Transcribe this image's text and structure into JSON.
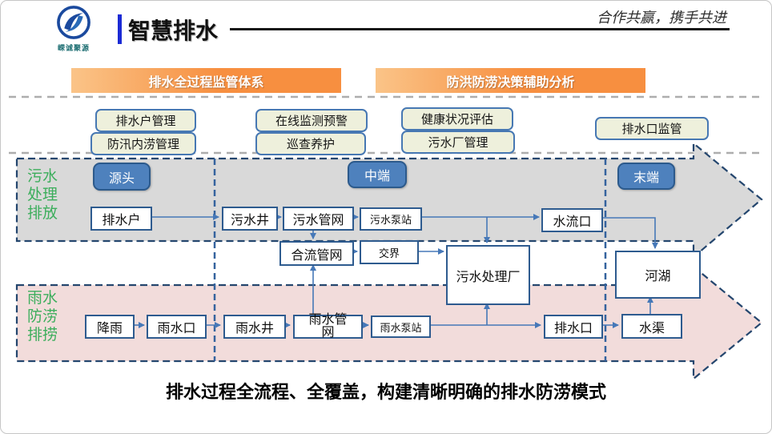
{
  "colors": {
    "banner_gradient_start": "#fac488",
    "banner_gradient_end": "#f78f40",
    "management_box_bg": "#eef0dc",
    "management_box_border": "#4778b3",
    "stage_badge_bg": "#4e81bd",
    "stage_badge_border": "#2c5a8c",
    "green_row_label": "#3cae5c",
    "sewage_arrow_fill": "#d9d9d9",
    "rain_arrow_fill": "#f2dcdb",
    "arrow_dashed_outline": "#24466e",
    "connector_blue": "#4678b8",
    "flow_box_border": "#2e5b8f",
    "title_accent_bar": "#1b2bd5"
  },
  "header": {
    "logo_text": "嵘诚聚源",
    "title": "智慧排水",
    "slogan": "合作共赢，携手共进"
  },
  "banners": [
    {
      "label": "排水全过程监管体系"
    },
    {
      "label": "防洪防涝决策辅助分析"
    }
  ],
  "management": [
    {
      "label": "排水户管理"
    },
    {
      "label": "防汛内涝管理"
    },
    {
      "label": "在线监测预警"
    },
    {
      "label": "巡查养护"
    },
    {
      "label": "健康状况评估"
    },
    {
      "label": "污水厂管理"
    },
    {
      "label": "排水口监管"
    }
  ],
  "stages": [
    {
      "label": "源头"
    },
    {
      "label": "中端"
    },
    {
      "label": "末端"
    }
  ],
  "row_labels": {
    "sewage": "污水\n处理\n排放",
    "rain": "雨水\n防涝\n排捞"
  },
  "flow": {
    "sewage": [
      {
        "label": "排水户"
      },
      {
        "label": "污水井"
      },
      {
        "label": "污水管网"
      },
      {
        "label": "污水泵站"
      },
      {
        "label": "水流口"
      }
    ],
    "middle": [
      {
        "label": "合流管网"
      },
      {
        "label": "交界"
      },
      {
        "label": "污水处理厂"
      },
      {
        "label": "河湖"
      }
    ],
    "rain": [
      {
        "label": "降雨"
      },
      {
        "label": "雨水口"
      },
      {
        "label": "雨水井"
      },
      {
        "label": "雨水管网"
      },
      {
        "label": "雨水泵站"
      },
      {
        "label": "排水口"
      },
      {
        "label": "水渠"
      }
    ]
  },
  "caption": "排水过程全流程、全覆盖，构建清晰明确的排水防涝模式"
}
